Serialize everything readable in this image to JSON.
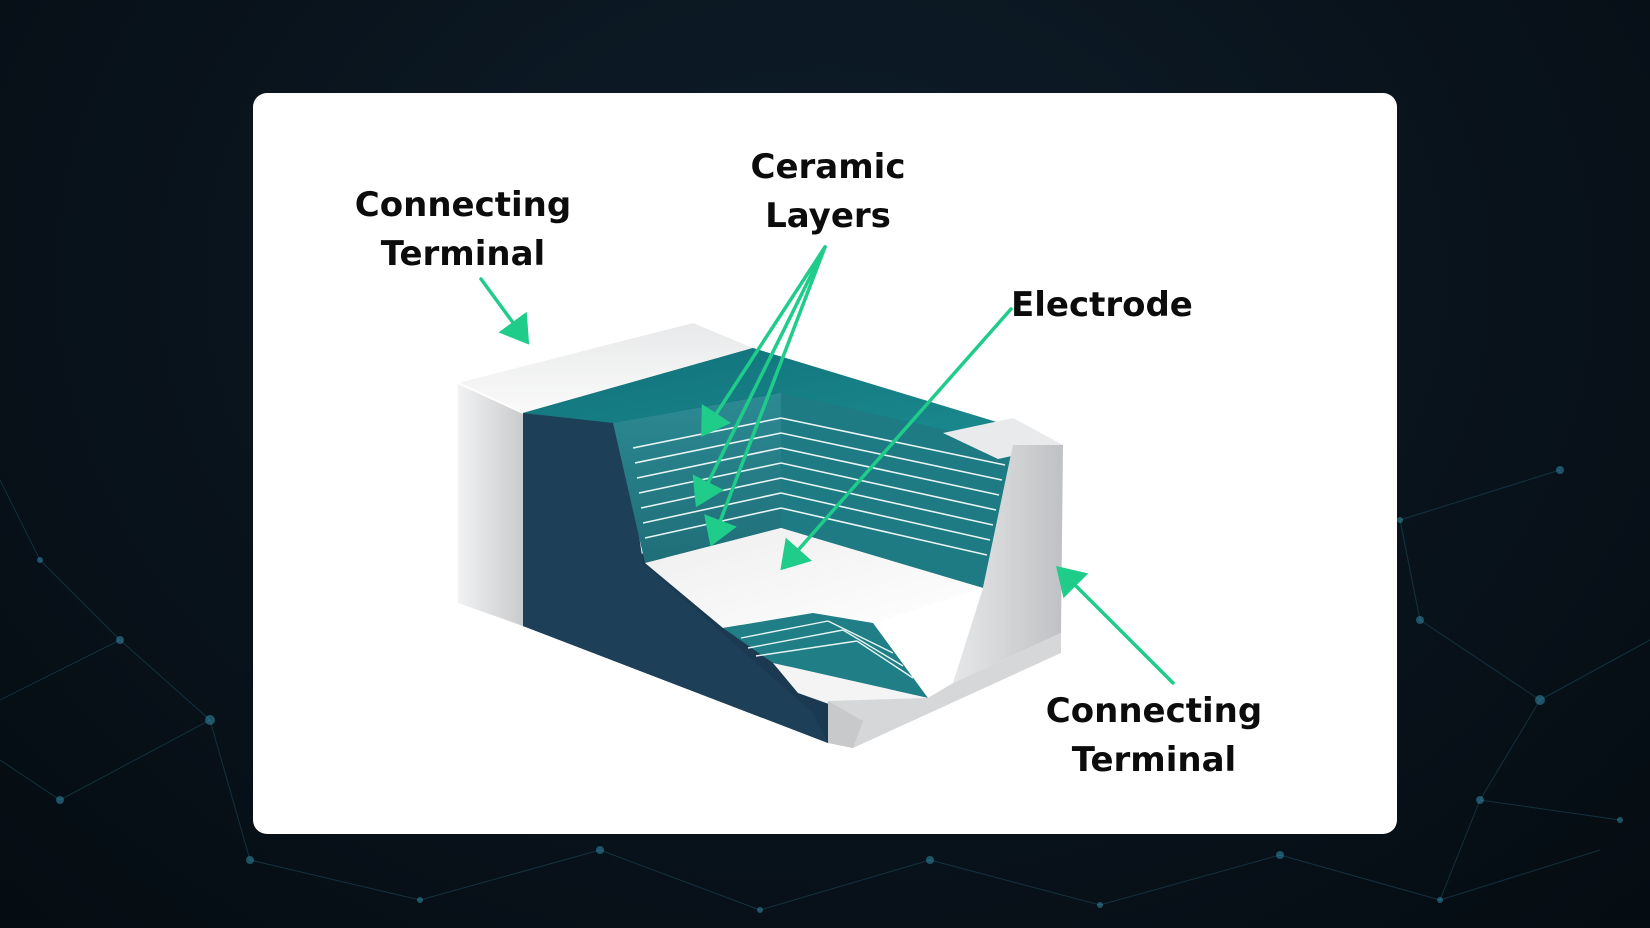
{
  "labels": {
    "terminal_top_left": [
      "Connecting",
      "Terminal"
    ],
    "ceramic_layers": [
      "Ceramic",
      "Layers"
    ],
    "electrode": "Electrode",
    "terminal_bottom_right": [
      "Connecting",
      "Terminal"
    ]
  },
  "colors": {
    "background": "#07111a",
    "card": "#ffffff",
    "arrow": "#1fcc8a",
    "teal_top": "#177d82",
    "dark_side": "#1b3a52",
    "terminal_grey": "#d9dadc",
    "label_text": "#0c0c0c"
  }
}
